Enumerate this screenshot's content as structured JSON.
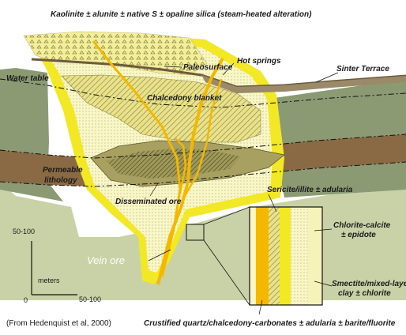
{
  "labels": {
    "top_alteration": "Kaolinite ± alunite ± native S ± opaline silica (steam-heated alteration)",
    "paleosurface": "Paleosurface",
    "hot_springs": "Hot springs",
    "sinter_terrace": "Sinter Terrace",
    "water_table": "Water table",
    "chalcedony_blanket": "Chalcedony blanket",
    "permeable_lithology_1": "Permeable",
    "permeable_lithology_2": "lithology",
    "disseminated_ore": "Disseminated ore",
    "sericite": "Sericite/illite ± adularia",
    "chlorite_1": "Chlorite-calcite",
    "chlorite_2": "± epidote",
    "vein_ore": "Vein ore",
    "smectite_1": "Smectite/mixed-layer",
    "smectite_2": "clay ± chlorite",
    "crustified": "Crustified quartz/chalcedony-carbonates ± adularia ± barite/fluorite",
    "citation": "(From Hedenquist et al, 2000)"
  },
  "scale": {
    "vertical": "50-100",
    "horizontal": "50-100",
    "unit": "meters",
    "origin": "0"
  },
  "colors": {
    "green": "#8c9a73",
    "light_green": "#c9d2a6",
    "brown": "#8a6a44",
    "pale_yellow": "#f6f3b8",
    "cream": "#fbfad8",
    "bright_yellow": "#f2e826",
    "vein_orange": "#f4b800",
    "ore_olive": "#a8a060",
    "ore_dark": "#6f6a3a"
  }
}
